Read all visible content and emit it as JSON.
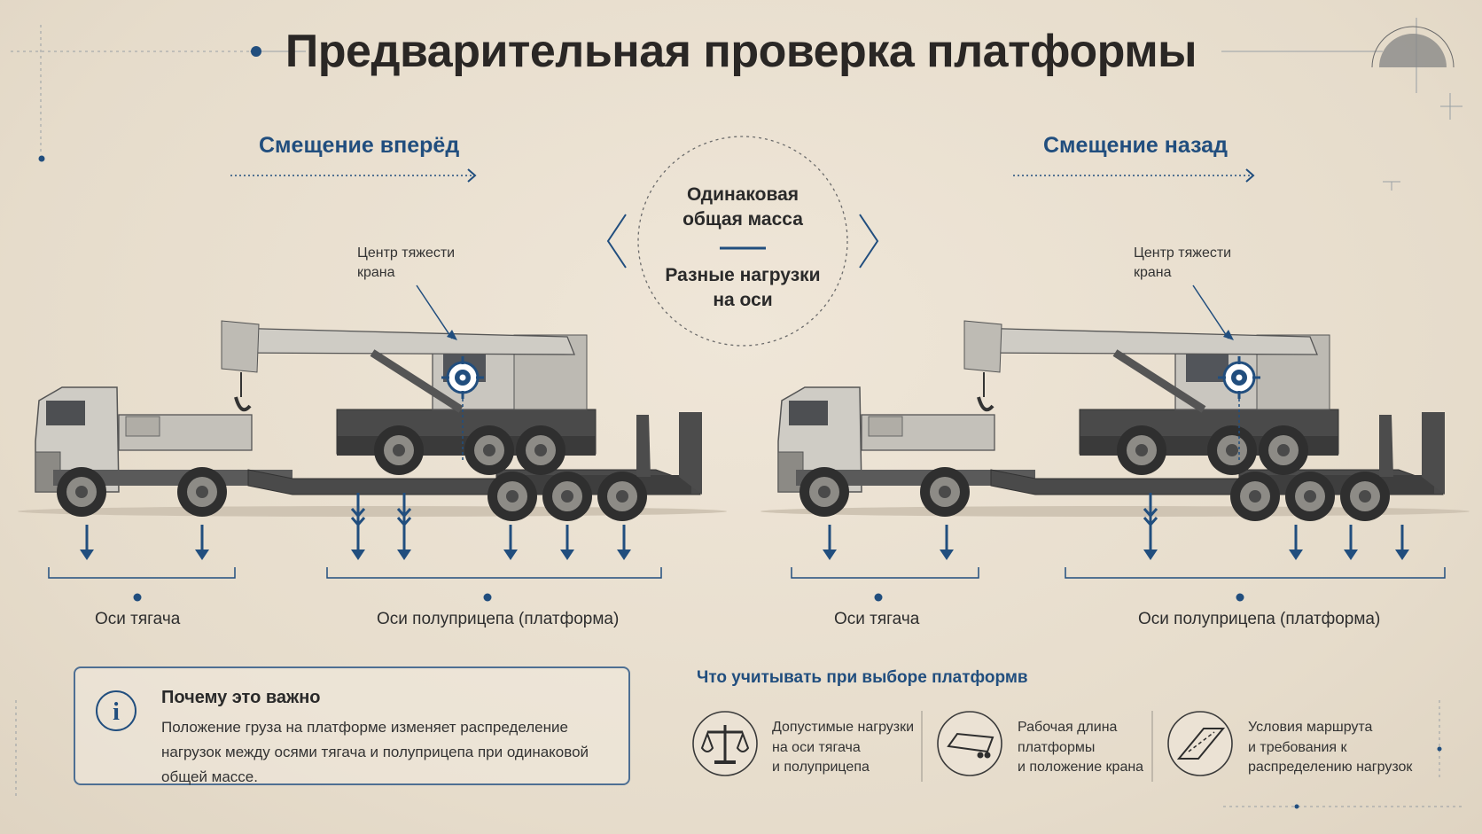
{
  "title": "Предварительная проверка платформы",
  "left_panel": {
    "heading": "Смещение вперёд",
    "cog_label_line1": "Центр тяжести",
    "cog_label_line2": "крана",
    "tractor_axles_label": "Оси тягача",
    "trailer_axles_label": "Оси полуприцепа (платформа)"
  },
  "right_panel": {
    "heading": "Смещение назад",
    "cog_label_line1": "Центр тяжести",
    "cog_label_line2": "крана",
    "tractor_axles_label": "Оси тягача",
    "trailer_axles_label": "Оси полуприцепа (платформа)"
  },
  "center": {
    "line1": "Одинаковая",
    "line2": "общая масса",
    "line3": "Разные нагрузки",
    "line4": "на оси"
  },
  "info": {
    "title": "Почему это важно",
    "text": "Положение груза на платформе изменяет распределение нагрузок между осями тягача и полуприцепа при одинаковой общей массе."
  },
  "consider": {
    "title": "Что учитывать при выборе платформв",
    "items": [
      {
        "line1": "Допустимые нагрузки",
        "line2": "на оси тягача",
        "line3": "и полуприцепа"
      },
      {
        "line1": "Рабочая длина",
        "line2": "платформы",
        "line3": "и положение крана"
      },
      {
        "line1": "Условия маршрута",
        "line2": "и требования к",
        "line3": "распределению нагрузок"
      }
    ]
  },
  "colors": {
    "accent": "#214e7e",
    "background": "#e9dfd0",
    "text": "#2a2725",
    "truck_body": "#c9c6bf",
    "truck_dark": "#3a3a3a"
  }
}
